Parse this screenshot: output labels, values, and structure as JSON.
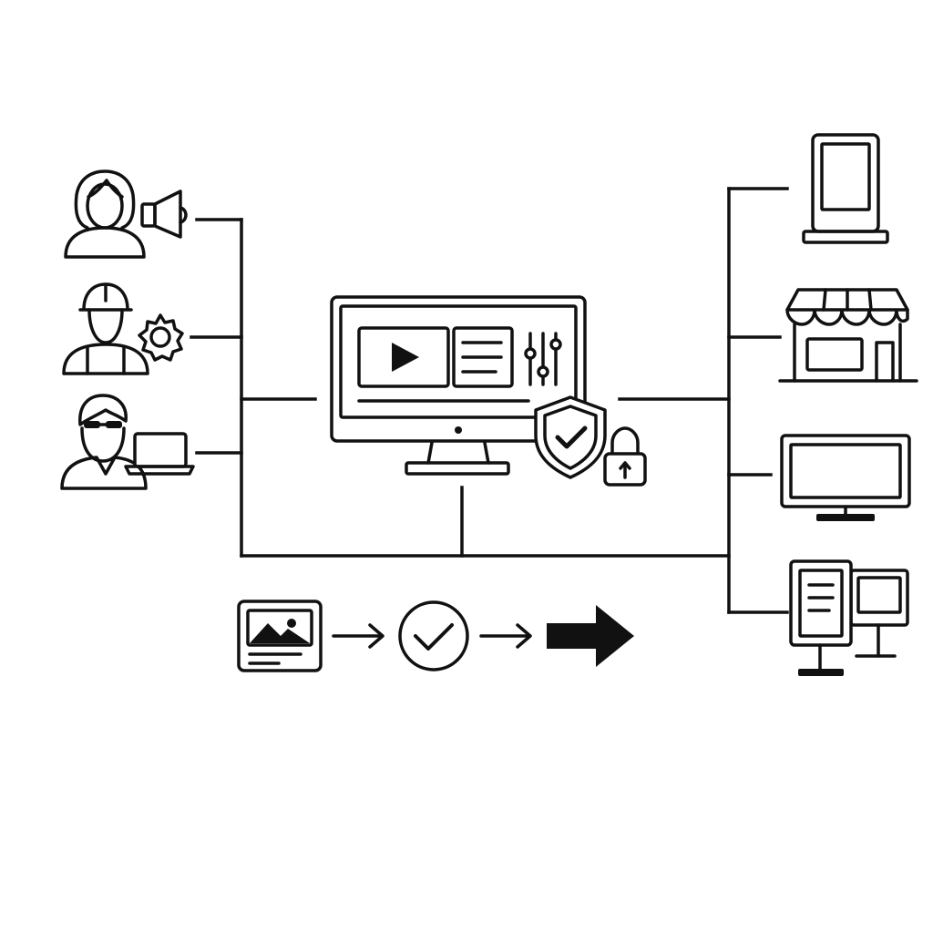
{
  "diagram": {
    "users": [
      {
        "role": "marketer",
        "icon": "woman-user-icon",
        "accessory": "megaphone-icon"
      },
      {
        "role": "technician",
        "icon": "hardhat-worker-icon",
        "accessory": "gear-icon"
      },
      {
        "role": "developer",
        "icon": "glasses-user-icon",
        "accessory": "laptop-icon"
      }
    ],
    "center": {
      "icon": "desktop-monitor-icon",
      "content": "video-player-icon",
      "controls": "sliders-icon",
      "security": [
        "shield-check-icon",
        "padlock-icon"
      ]
    },
    "endpoints": [
      {
        "icon": "standing-kiosk-icon"
      },
      {
        "icon": "storefront-icon"
      },
      {
        "icon": "tv-display-icon"
      },
      {
        "icon": "multi-screen-kiosk-icon"
      }
    ],
    "workflow": [
      "image-card-icon",
      "check-circle-icon",
      "big-arrow-icon"
    ],
    "colors": {
      "stroke": "#111111",
      "background": "#ffffff"
    }
  }
}
